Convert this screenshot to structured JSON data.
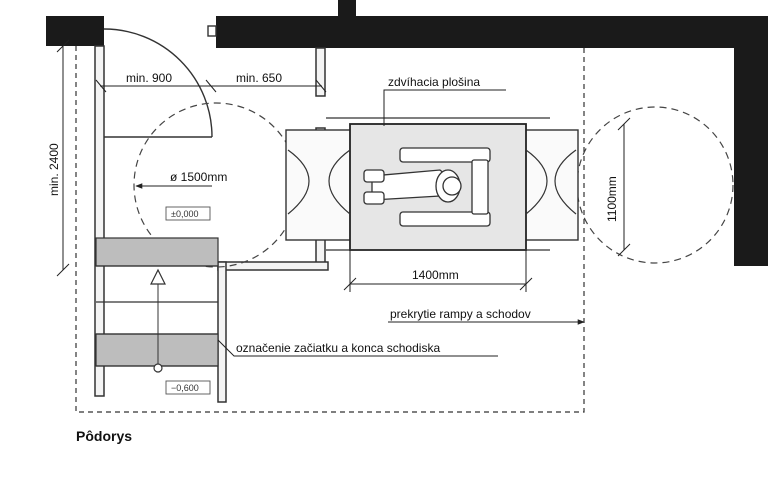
{
  "plan": {
    "dims": {
      "door_clearance": "min. 900",
      "side_clearance": "min. 650",
      "height_min": "min. 2400",
      "turning_circle": "ø 1500mm",
      "platform_width": "1100mm",
      "platform_length": "1400mm"
    },
    "labels": {
      "platform": "zdvíhacia plošina",
      "cover": "prekrytie rampy a schodov",
      "stair_marking": "označenie začiatku a konca schodiska"
    },
    "levels": {
      "upper": "±0,000",
      "lower": "−0,600"
    },
    "caption": "Pôdorys",
    "colors": {
      "wall": "#1a1a1a",
      "line": "#222222",
      "platform_fill": "#e6e6e6",
      "stair_mark_fill": "#bdbdbd"
    }
  }
}
